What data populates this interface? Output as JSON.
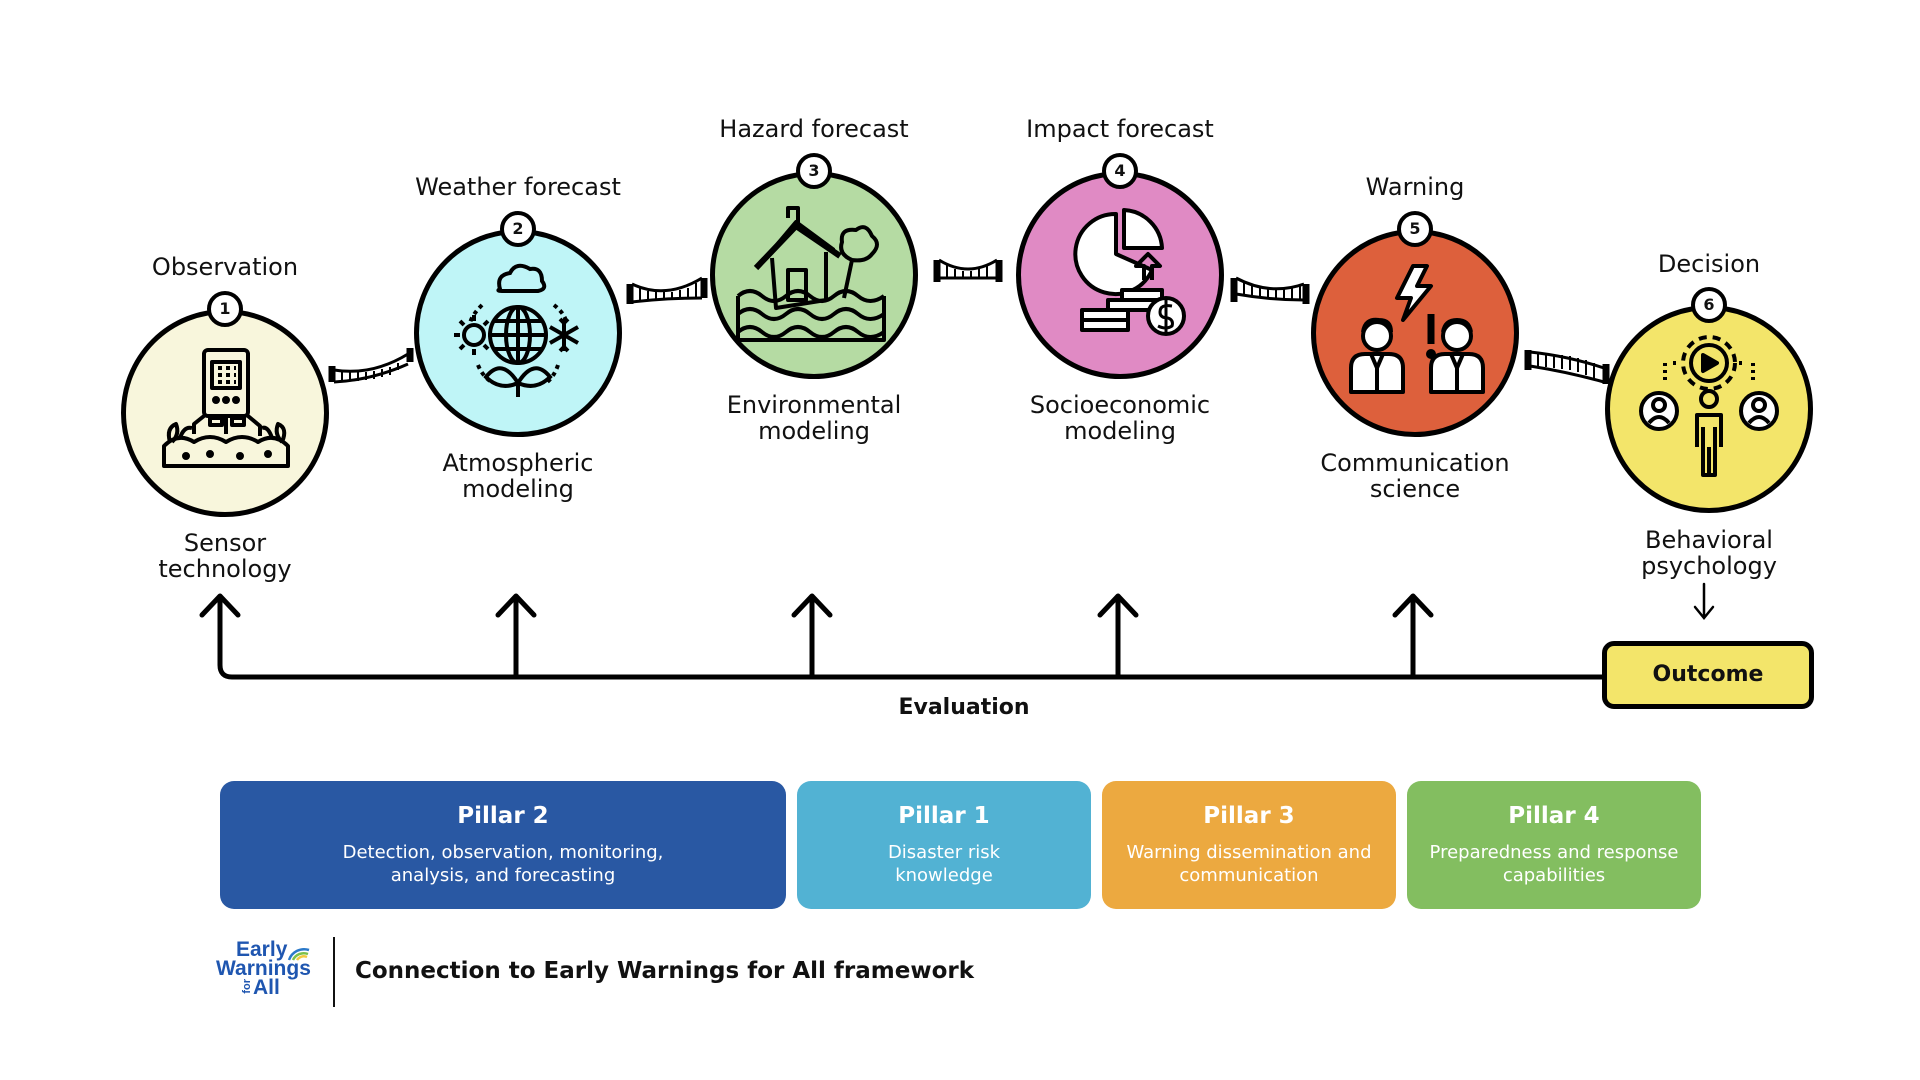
{
  "stages": [
    {
      "number": "1",
      "title": "Observation",
      "subtitle": "Sensor technology",
      "color": "#f8f6dc",
      "icon": "sensor-icon"
    },
    {
      "number": "2",
      "title": "Weather forecast",
      "subtitle": "Atmospheric modeling",
      "color": "#bff5f7",
      "icon": "weather-globe-icon"
    },
    {
      "number": "3",
      "title": "Hazard forecast",
      "subtitle": "Environmental modeling",
      "color": "#b5dba3",
      "icon": "flooded-house-icon"
    },
    {
      "number": "4",
      "title": "Impact forecast",
      "subtitle": "Socioeconomic modeling",
      "color": "#e08ac4",
      "icon": "economic-impact-icon"
    },
    {
      "number": "5",
      "title": "Warning",
      "subtitle": "Communication science",
      "color": "#dd603c",
      "icon": "warning-people-icon"
    },
    {
      "number": "6",
      "title": "Decision",
      "subtitle": "Behavioral psychology",
      "color": "#f3e56a",
      "icon": "decision-people-icon"
    }
  ],
  "subtitle_lines": [
    [
      "Sensor",
      "technology"
    ],
    [
      "Atmospheric",
      "modeling"
    ],
    [
      "Environmental",
      "modeling"
    ],
    [
      "Socioeconomic",
      "modeling"
    ],
    [
      "Communication",
      "science"
    ],
    [
      "Behavioral",
      "psychology"
    ]
  ],
  "evaluation_label": "Evaluation",
  "outcome_label": "Outcome",
  "pillars": [
    {
      "title": "Pillar 2",
      "description": "Detection, observation, monitoring, analysis, and forecasting",
      "color": "#2958a3"
    },
    {
      "title": "Pillar 1",
      "description": "Disaster risk knowledge",
      "color": "#52b2d3"
    },
    {
      "title": "Pillar 3",
      "description": "Warning dissemination and communication",
      "color": "#eca940"
    },
    {
      "title": "Pillar 4",
      "description": "Preparedness and response capabilities",
      "color": "#83be60"
    }
  ],
  "logo": {
    "line1": "Early",
    "line2": "Warnings",
    "line3": "for",
    "line4": "All"
  },
  "footer_text": "Connection to Early Warnings for All framework"
}
